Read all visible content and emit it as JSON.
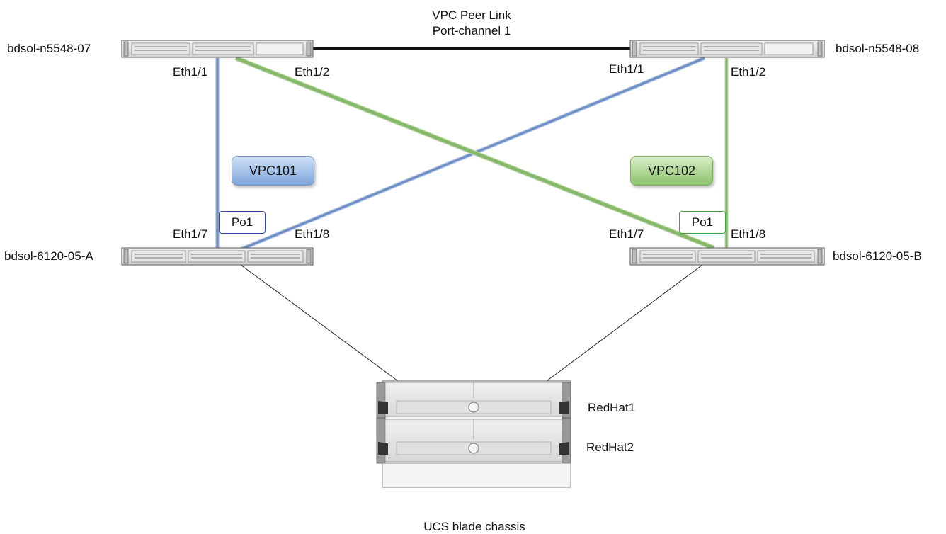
{
  "switches": {
    "n5548_07": "bdsol-n5548-07",
    "n5548_08": "bdsol-n5548-08",
    "fi_a": "bdsol-6120-05-A",
    "fi_b": "bdsol-6120-05-B"
  },
  "peer_link": {
    "line1": "VPC Peer Link",
    "line2": "Port-channel 1"
  },
  "ports": {
    "n07_eth1_1": "Eth1/1",
    "n07_eth1_2": "Eth1/2",
    "n08_eth1_1": "Eth1/1",
    "n08_eth1_2": "Eth1/2",
    "a_eth1_7": "Eth1/7",
    "a_eth1_8": "Eth1/8",
    "b_eth1_7": "Eth1/7",
    "b_eth1_8": "Eth1/8"
  },
  "vpcs": {
    "vpc101": "VPC101",
    "vpc102": "VPC102"
  },
  "port_channels": {
    "a": "Po1",
    "b": "Po1"
  },
  "chassis": {
    "title": "UCS blade chassis",
    "blade1": "RedHat1",
    "blade2": "RedHat2"
  },
  "colors": {
    "vpc101_link": "#6f90c6",
    "vpc102_link": "#86b86a",
    "peer_link": "#111111"
  }
}
